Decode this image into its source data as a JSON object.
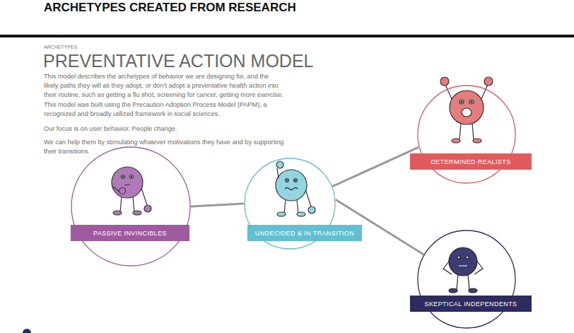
{
  "diagram": {
    "title": "ARCHETYPES CREATED FROM RESEARCH",
    "nodes": [
      {
        "text": [
          "PASSIVE INVINCIBLES"
        ]
      },
      {
        "text": [
          "UNDECIDED & IN TRANSITION"
        ]
      },
      {
        "text": [
          "DETERMINED REALISTS"
        ]
      },
      {
        "text": [
          "SKEPTICAL INDEPENDENTS"
        ]
      }
    ],
    "edges": [
      {
        "from": 0,
        "to": 1,
        "arrow": "none"
      },
      {
        "from": 1,
        "to": 2,
        "arrow": "none"
      },
      {
        "from": 1,
        "to": 3,
        "arrow": "none"
      }
    ],
    "labels": [
      "ARCHETYPES",
      "PREVENTATIVE ACTION MODEL",
      "This model describes the archetypes of behavior we are designing for, and the likely paths they will as they adopt, or don't adopt a preventative health action into their routine, such as getting a flu shot, screening for cancer, getting more exercise. This model was built using the Precaution Adoption Process Model (PAPM), a recognized and broadly utilized framework in social sciences.",
      "Our focus is on user behavior. People change.",
      "We can help them by stimulating whatever motivations they have and by supporting their transitions."
    ]
  }
}
